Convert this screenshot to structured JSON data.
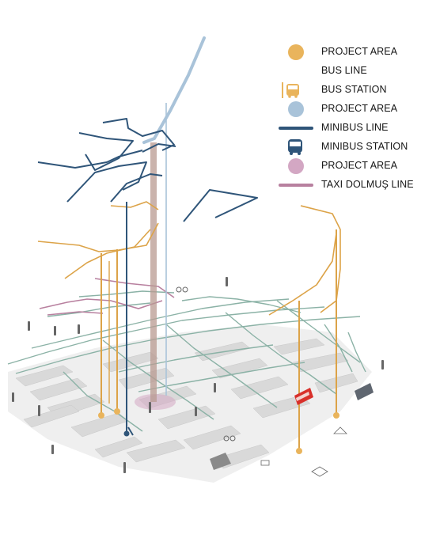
{
  "colors": {
    "bus": "#e9b45c",
    "bus_line": "#dca348",
    "minibus": "#2f5579",
    "minibus_light": "#a9c3d9",
    "taxi": "#b8809f",
    "taxi_area": "#d3a7c3",
    "street": "#8bb2a6",
    "blocks": "#dcdcdc"
  },
  "legend": [
    {
      "symbol": "circle",
      "color_key": "bus",
      "label": "PROJECT AREA"
    },
    {
      "symbol": "none",
      "color_key": "bus",
      "label": "BUS LINE"
    },
    {
      "symbol": "bus-station-icon",
      "color_key": "bus",
      "label": "BUS STATION"
    },
    {
      "symbol": "circle",
      "color_key": "minibus_light",
      "label": "PROJECT AREA"
    },
    {
      "symbol": "line",
      "color_key": "minibus",
      "label": "MINIBUS LINE"
    },
    {
      "symbol": "minibus-station-icon",
      "color_key": "minibus",
      "label": "MINIBUS STATION"
    },
    {
      "symbol": "circle",
      "color_key": "taxi_area",
      "label": "PROJECT AREA"
    },
    {
      "symbol": "line",
      "color_key": "taxi",
      "label": "TAXI DOLMUŞ LINE"
    }
  ]
}
